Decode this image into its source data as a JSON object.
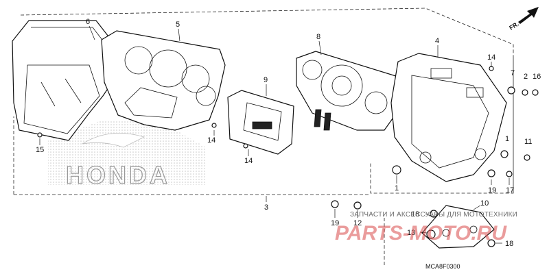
{
  "diagram": {
    "direction_label": "FR.",
    "diagram_code": "MCA8F0300",
    "decal_text": "HONDA",
    "callouts": [
      "6",
      "5",
      "8",
      "4",
      "9",
      "14",
      "14",
      "14",
      "7",
      "2",
      "16",
      "15",
      "3",
      "1",
      "11",
      "1",
      "19",
      "17",
      "18",
      "10",
      "19",
      "12",
      "13",
      "18"
    ]
  },
  "watermark": {
    "caption": "ЗАПЧАСТИ И АКСЕССУАРЫ ДЛЯ МОТОТЕХНИКИ",
    "brand": "PARTS-MOTO.RU"
  },
  "colors": {
    "line": "#111111",
    "watermark_brand": "#d94a4a",
    "watermark_caption": "#6d6d6d",
    "decal_dots": "#c8c8c8"
  }
}
